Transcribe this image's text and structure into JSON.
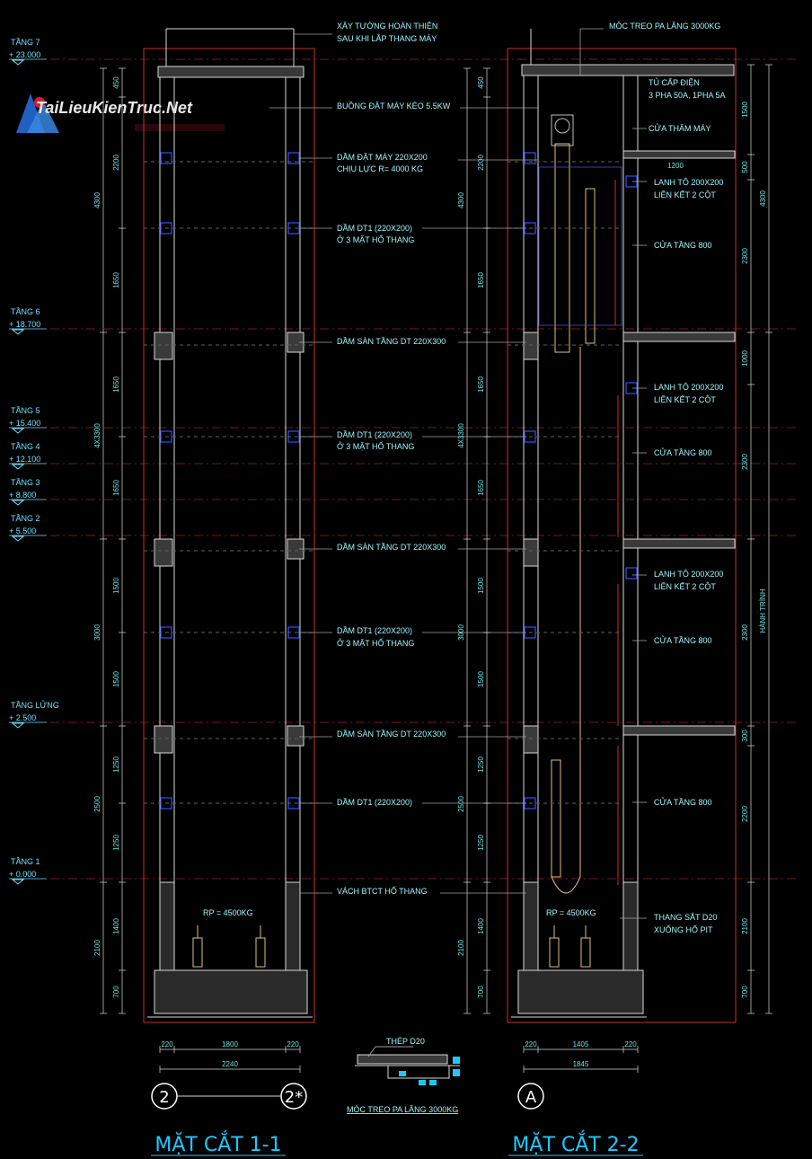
{
  "watermark": {
    "site": "TaiLieuKienTruc.Net"
  },
  "levels": [
    {
      "name": "TẦNG 7",
      "elev": "+ 23.000"
    },
    {
      "name": "TẦNG 6",
      "elev": "+ 18.700"
    },
    {
      "name": "TẦNG 5",
      "elev": "+ 15.400"
    },
    {
      "name": "TẦNG 4",
      "elev": "+ 12.100"
    },
    {
      "name": "TẦNG 3",
      "elev": "+ 8.800"
    },
    {
      "name": "TẦNG 2",
      "elev": "+ 5.500"
    },
    {
      "name": "TẦNG LỬNG",
      "elev": "+ 2.500"
    },
    {
      "name": "TẦNG 1",
      "elev": "+ 0.000"
    }
  ],
  "section_1": {
    "title": "MẶT CẮT 1-1",
    "axes": [
      "2",
      "2*"
    ],
    "notes": [
      "XÂY TƯỜNG HOÀN THIỆN",
      "SAU KHI LẮP THANG MÁY",
      "BUỒNG ĐẶT MÁY KÉO 5.5KW",
      "DẦM ĐẶT MÁY 220X200",
      "CHỊU LỰC R= 4000 KG",
      "DẦM DT1 (220X200)",
      "Ở 3 MẶT HỐ THANG",
      "DẦM SÀN TẦNG DT 220X300",
      "DẦM DT1 (220X200)",
      "Ở 3 MẶT HỐ THANG",
      "DẦM SÀN TẦNG DT 220X300",
      "DẦM DT1 (220X200)",
      "Ở 3 MẶT HỐ THANG",
      "DẦM SÀN TẦNG DT 220X300",
      "DẦM DT1 (220X200)",
      "VÁCH BTCT HỐ THANG"
    ],
    "rp": "RP = 4500KG",
    "dims_left_a": [
      "450",
      "2200",
      "1650",
      "1650",
      "1650",
      "1500",
      "1500",
      "1250",
      "1250",
      "1400",
      "700"
    ],
    "dims_left_b": [
      "4300",
      "4X3300",
      "3000",
      "2500",
      "2100"
    ],
    "dims_bottom": [
      "220",
      "1800",
      "220",
      "2240"
    ]
  },
  "section_2": {
    "title": "MẶT CẮT 2-2",
    "axes": [
      "A"
    ],
    "notes": [
      "MÓC TREO PA LĂNG 3000KG",
      "TỦ CẤP ĐIỆN",
      "3 PHA 50A, 1PHA 5A",
      "CỬA THĂM MÁY",
      "LANH TÔ 200X200",
      "LIÊN KẾT 2 CỘT",
      "CỬA TẦNG 800",
      "LANH TÔ 200X200",
      "LIÊN KẾT 2 CỘT",
      "CỬA TẦNG 800",
      "LANH TÔ 200X200",
      "LIÊN KẾT 2 CỘT",
      "CỬA TẦNG 800",
      "CỬA TẦNG 800",
      "THANG SẮT D20",
      "XUỐNG HỐ PIT"
    ],
    "rp": "RP = 4500KG",
    "dims_left_a": [
      "450",
      "2200",
      "1650",
      "1650",
      "1650",
      "1500",
      "1500",
      "1250",
      "1250",
      "1400",
      "700"
    ],
    "dims_left_b": [
      "4300",
      "4X3300",
      "3000",
      "2500",
      "2100"
    ],
    "dims_right_a": [
      "1500",
      "500",
      "2300",
      "1000",
      "2300",
      "2300",
      "300",
      "2200",
      "2100",
      "700"
    ],
    "dims_right_b": [
      "4300",
      "HÀNH TRÌNH"
    ],
    "dims_top_inner": "1200",
    "dims_bottom": [
      "220",
      "1405",
      "220",
      "1845"
    ]
  },
  "detail": {
    "label": "THÉP D20",
    "caption": "MÓC TREO PA LĂNG 3000KG"
  }
}
